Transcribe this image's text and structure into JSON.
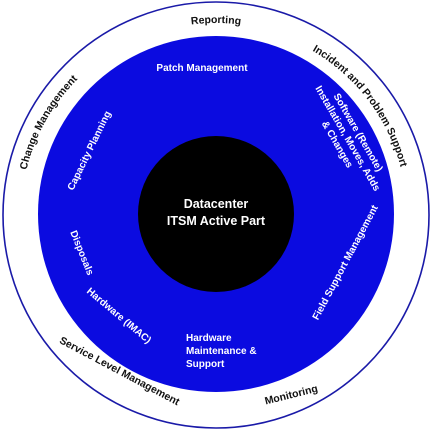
{
  "colors": {
    "outer_ring_stroke": "#1a1aa8",
    "inner_disc": "#0b0be0",
    "core": "#000000",
    "inner_text": "#ffffff",
    "outer_text": "#111111"
  },
  "core": {
    "line1": "Datacenter",
    "line2": "ITSM Active Part"
  },
  "outer_ring": {
    "reporting": "Reporting",
    "incident": "Incident and Problem Support",
    "change": "Change Management",
    "service_level": "Service Level Management",
    "monitoring": "Monitoring"
  },
  "inner_ring": {
    "patch": "Patch Management",
    "software_line1": "Software (Remote)",
    "software_line2": "Installation, Moves, Adds",
    "software_line3": "& Changes",
    "capacity": "Capacity Planning",
    "disposals": "Disposals",
    "hardware_imac": "Hardware (IMAC)",
    "field_support": "Field Support Management",
    "maintenance_line1": "Hardware",
    "maintenance_line2": "Maintenance &",
    "maintenance_line3": "Support"
  }
}
